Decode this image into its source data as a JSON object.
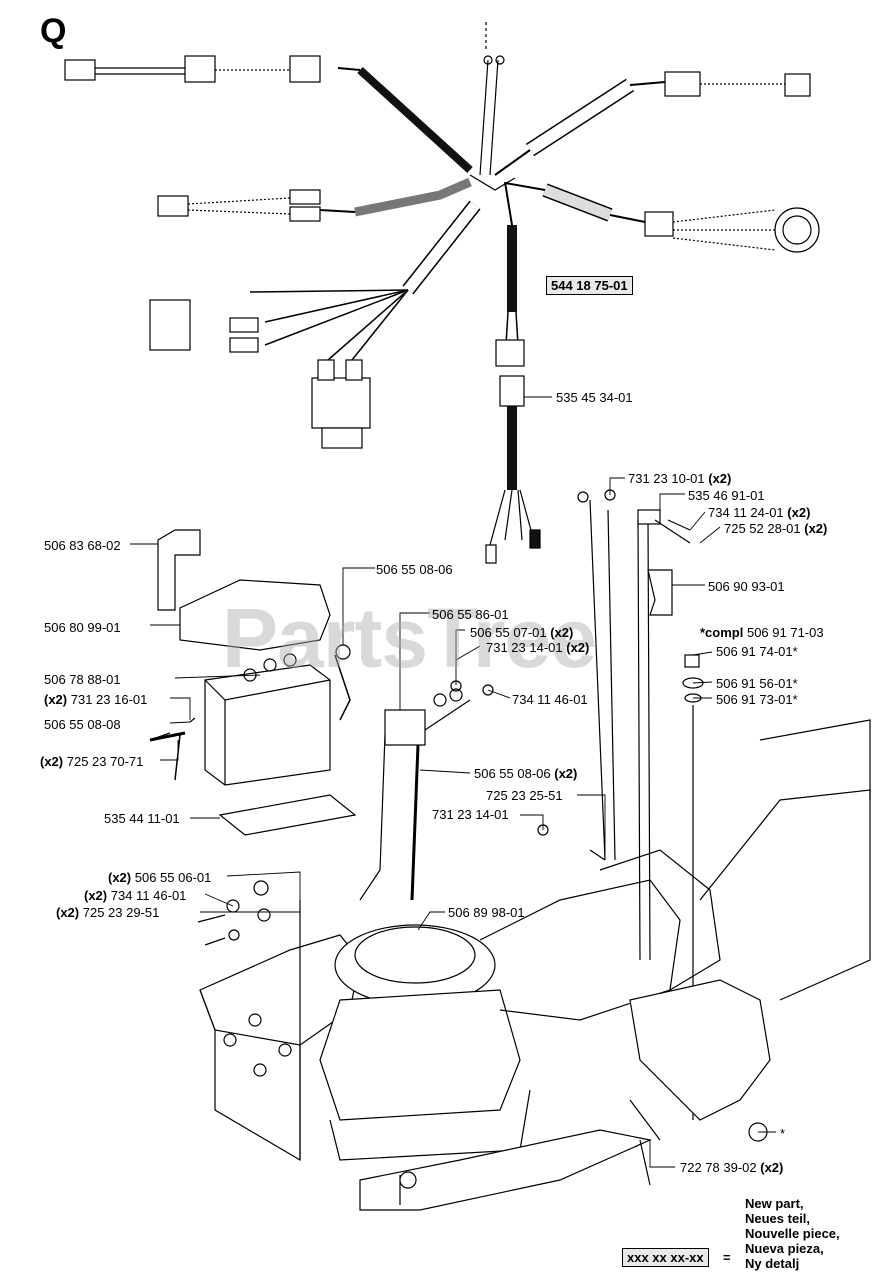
{
  "section_letter": "Q",
  "watermark": "PartsTree",
  "highlighted_part": "544 18 75-01",
  "legend": {
    "box_text": "xxx xx xx-xx",
    "equals": "=",
    "lines": [
      "New part,",
      "Neues teil,",
      "Nouvelle piece,",
      "Nueva pieza,",
      "Ny detalj"
    ]
  },
  "labels": [
    {
      "id": "p535453401",
      "qty": "",
      "num": "535 45 34-01",
      "suffix": ""
    },
    {
      "id": "p731231001",
      "qty": "",
      "num": "731 23 10-01",
      "suffix": "(x2)"
    },
    {
      "id": "p535469101",
      "qty": "",
      "num": "535 46 91-01",
      "suffix": ""
    },
    {
      "id": "p734112401",
      "qty": "",
      "num": "734 11 24-01",
      "suffix": "(x2)"
    },
    {
      "id": "p725522801",
      "qty": "",
      "num": "725 52 28-01",
      "suffix": "(x2)"
    },
    {
      "id": "p506836802",
      "qty": "",
      "num": "506 83 68-02",
      "suffix": ""
    },
    {
      "id": "p506550806a",
      "qty": "",
      "num": "506 55 08-06",
      "suffix": ""
    },
    {
      "id": "p506909301",
      "qty": "",
      "num": "506 90 93-01",
      "suffix": ""
    },
    {
      "id": "p506809901",
      "qty": "",
      "num": "506 80 99-01",
      "suffix": ""
    },
    {
      "id": "p506558601",
      "qty": "",
      "num": "506 55 86-01",
      "suffix": ""
    },
    {
      "id": "p506550701",
      "qty": "",
      "num": "506 55 07-01",
      "suffix": "(x2)"
    },
    {
      "id": "compl",
      "qty": "*compl",
      "num": "506 91 71-03",
      "suffix": ""
    },
    {
      "id": "p731231401a",
      "qty": "",
      "num": "731 23 14-01",
      "suffix": "(x2)"
    },
    {
      "id": "p506917401",
      "qty": "",
      "num": "506 91 74-01*",
      "suffix": ""
    },
    {
      "id": "p506787801",
      "qty": "",
      "num": "506 78 88-01",
      "suffix": ""
    },
    {
      "id": "p506915601",
      "qty": "",
      "num": "506 91 56-01*",
      "suffix": ""
    },
    {
      "id": "p731231601",
      "qty": "(x2)",
      "num": "731 23 16-01",
      "suffix": ""
    },
    {
      "id": "p734114601a",
      "qty": "",
      "num": "734 11 46-01",
      "suffix": ""
    },
    {
      "id": "p506917301",
      "qty": "",
      "num": "506 91 73-01*",
      "suffix": ""
    },
    {
      "id": "p506550808",
      "qty": "",
      "num": "506 55 08-08",
      "suffix": ""
    },
    {
      "id": "p725237071",
      "qty": "(x2)",
      "num": "725 23 70-71",
      "suffix": ""
    },
    {
      "id": "p506550806b",
      "qty": "",
      "num": "506 55 08-06",
      "suffix": "(x2)"
    },
    {
      "id": "p725232551",
      "qty": "",
      "num": "725 23 25-51",
      "suffix": ""
    },
    {
      "id": "p535441101",
      "qty": "",
      "num": "535 44 11-01",
      "suffix": ""
    },
    {
      "id": "p731231401b",
      "qty": "",
      "num": "731 23 14-01",
      "suffix": ""
    },
    {
      "id": "p506550601",
      "qty": "(x2)",
      "num": "506 55 06-01",
      "suffix": ""
    },
    {
      "id": "p734114601b",
      "qty": "(x2)",
      "num": "734 11 46-01",
      "suffix": ""
    },
    {
      "id": "p506899801",
      "qty": "",
      "num": "506 89 98-01",
      "suffix": ""
    },
    {
      "id": "p725232951",
      "qty": "(x2)",
      "num": "725 23 29-51",
      "suffix": ""
    },
    {
      "id": "p722783902",
      "qty": "",
      "num": "722 78 39-02",
      "suffix": "(x2)"
    },
    {
      "id": "star",
      "qty": "",
      "num": "*",
      "suffix": ""
    }
  ]
}
